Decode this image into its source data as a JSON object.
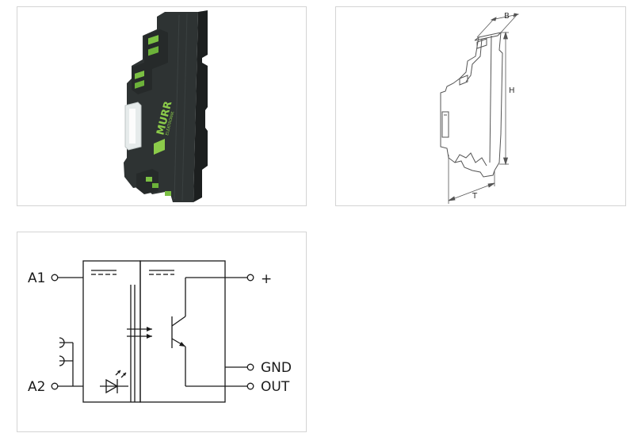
{
  "photo": {
    "brand": "MURR",
    "brand_sub": "ELEKTRONIK"
  },
  "drawing": {
    "dim_width": "B",
    "dim_height": "H",
    "dim_depth": "T"
  },
  "schematic": {
    "in_top": "A1",
    "in_bottom": "A2",
    "out_plus": "+",
    "out_gnd": "GND",
    "out_out": "OUT"
  },
  "colors": {
    "housing": "#2a2e2e",
    "terminal_green": "#7bc043",
    "line": "#1a1a1a",
    "drawing_line": "#555555"
  }
}
